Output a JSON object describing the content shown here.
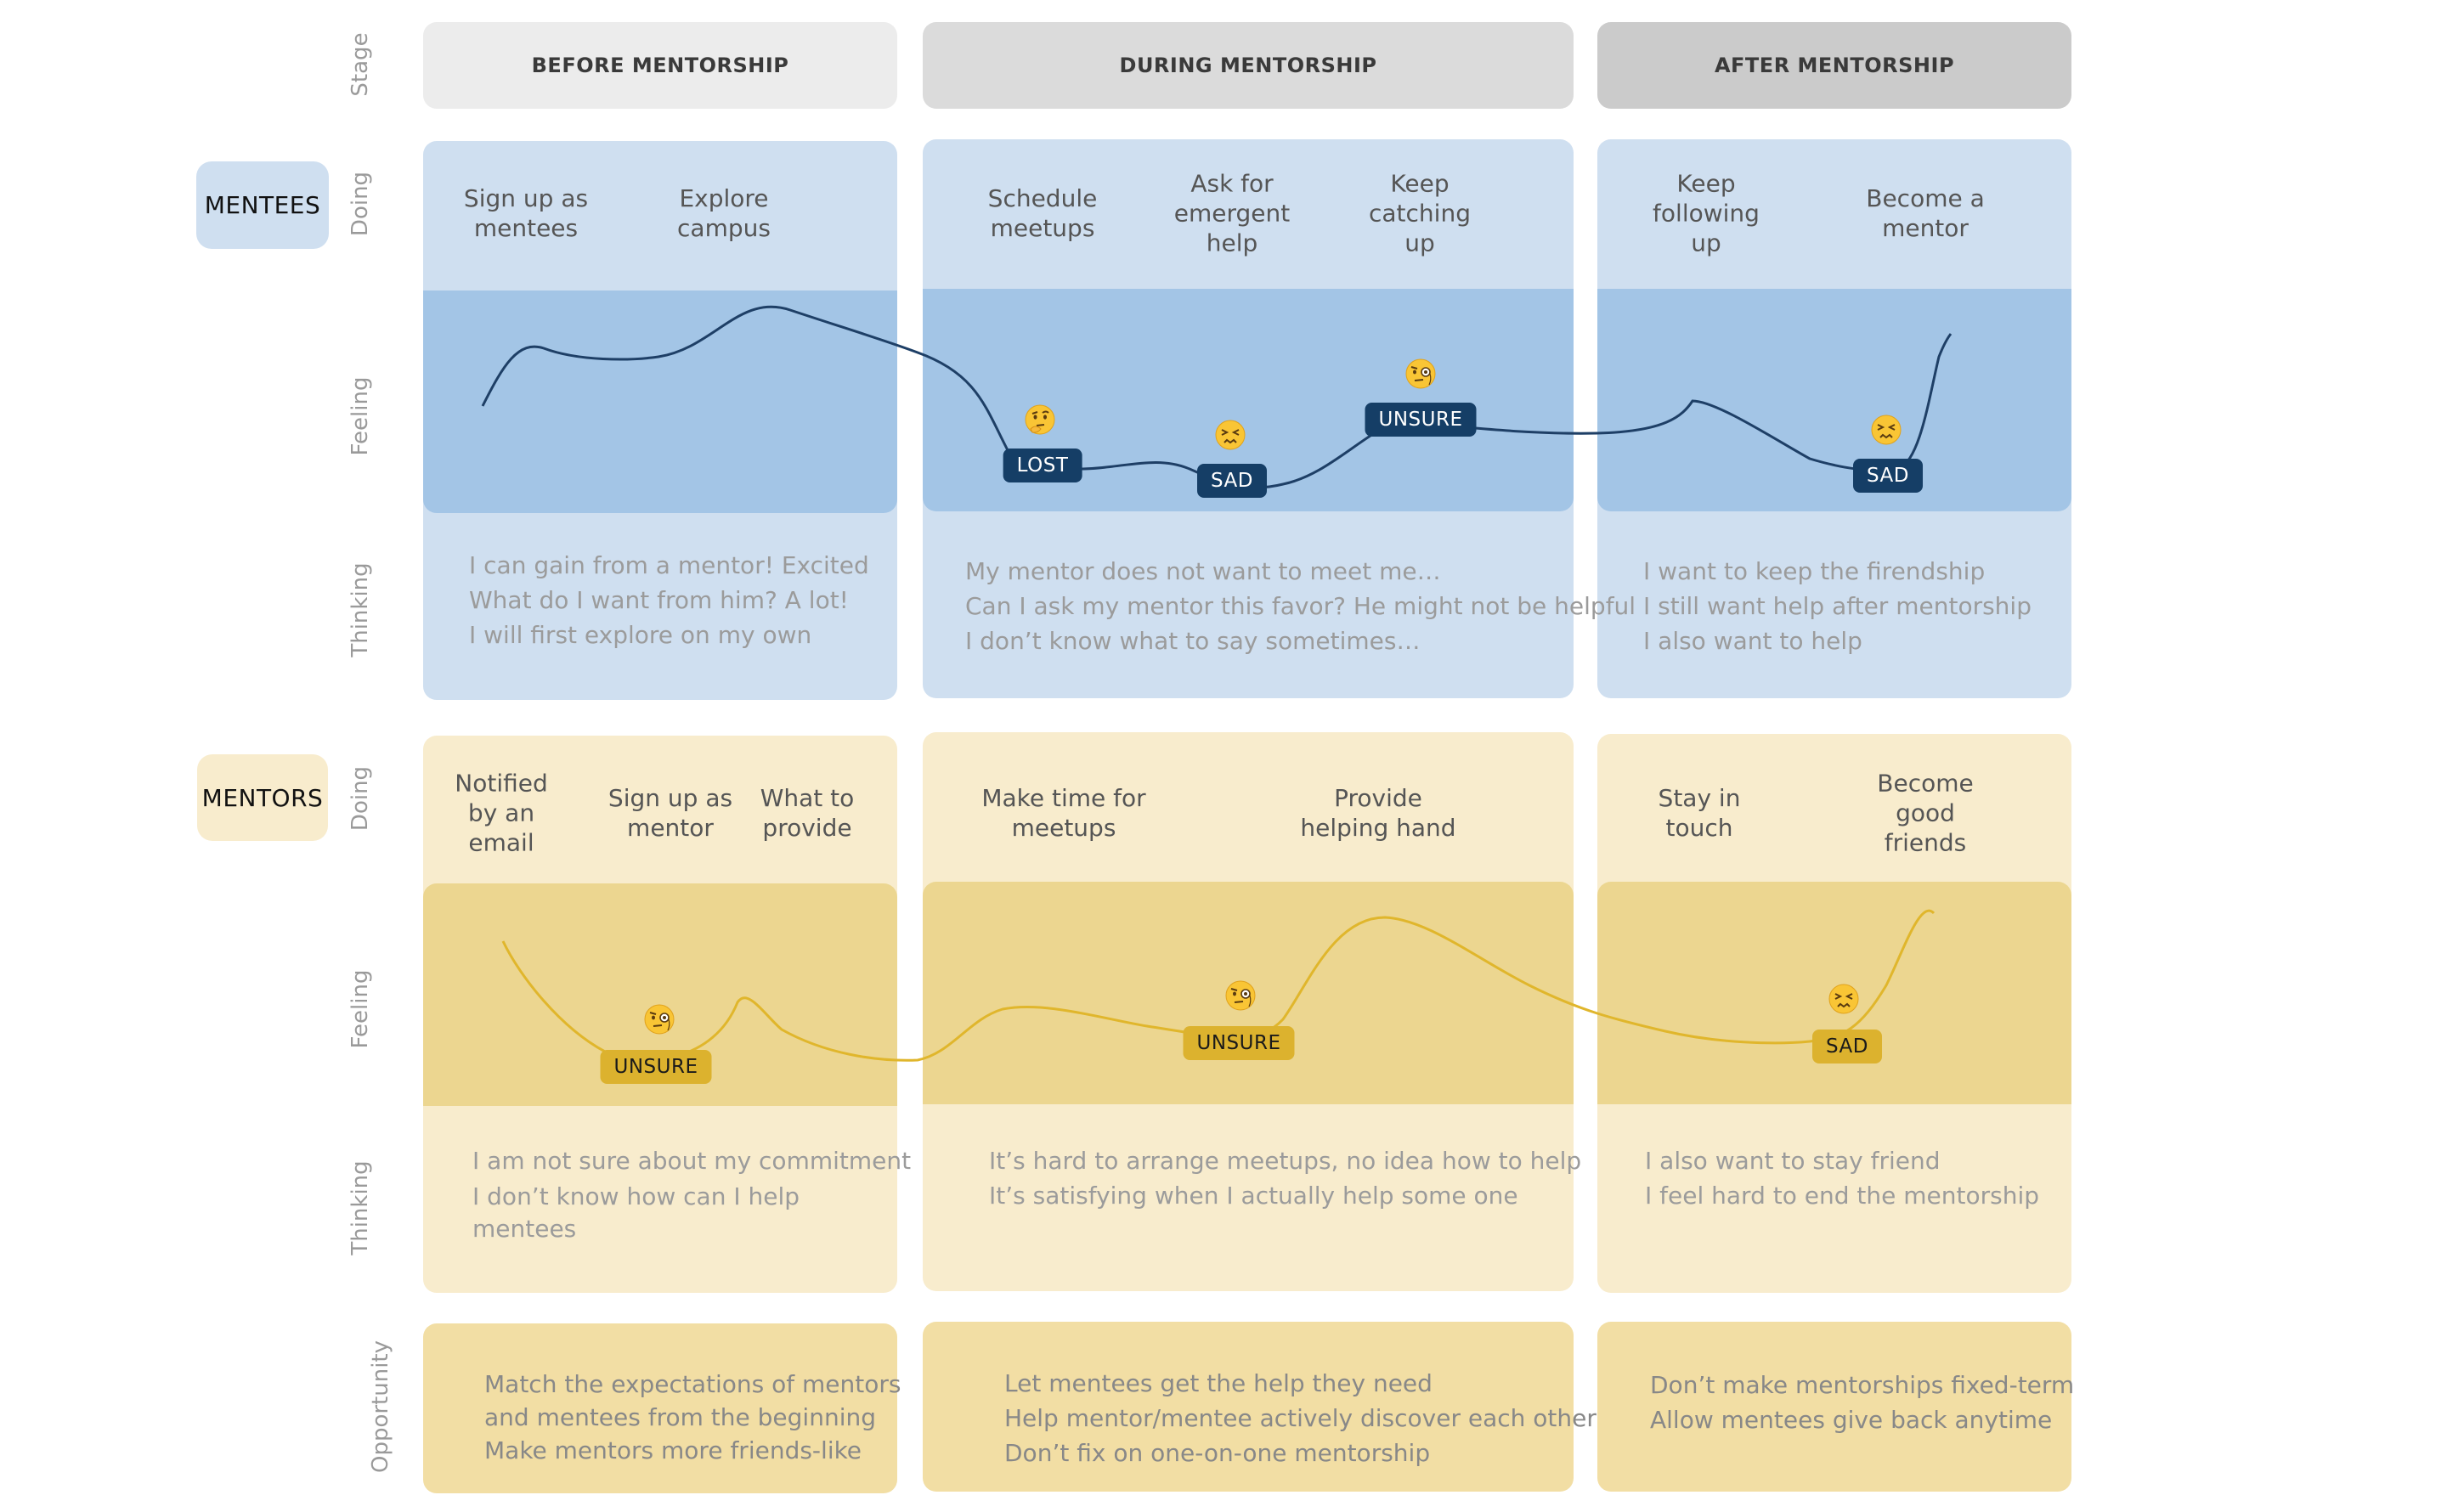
{
  "stages": {
    "before": "BEFORE MENTORSHIP",
    "during": "DURING MENTORSHIP",
    "after": "AFTER MENTORSHIP"
  },
  "colors": {
    "stage_before": "#ececec",
    "stage_during": "#dbdbdb",
    "stage_after": "#cbcbcb",
    "mentee_light": "#cfdff0",
    "mentee_dark": "#a3c5e6",
    "mentee_curve": "#1e3f66",
    "mentor_light": "#f8eccd",
    "mentor_dark": "#ecd690",
    "mentor_opportunity": "#f2dea4",
    "mentor_curve": "#e0b62c"
  },
  "row_labels": {
    "stage": "Stage",
    "doing": "Doing",
    "feeling": "Feeling",
    "thinking": "Thinking",
    "opportunity": "Opportunity"
  },
  "mentees": {
    "badge": "MENTEES",
    "doing": {
      "before": [
        "Sign up as\nmentees",
        "Explore\ncampus"
      ],
      "during": [
        "Schedule\nmeetups",
        "Ask for\nemergent\nhelp",
        "Keep\ncatching\nup"
      ],
      "after": [
        "Keep\nfollowing\nup",
        "Become a\nmentor"
      ]
    },
    "feelings": [
      {
        "label": "LOST",
        "emoji": "thinking-face-icon"
      },
      {
        "label": "SAD",
        "emoji": "persevering-face-icon"
      },
      {
        "label": "UNSURE",
        "emoji": "monocle-face-icon"
      },
      {
        "label": "SAD",
        "emoji": "persevering-face-icon"
      }
    ],
    "thinking": {
      "before": [
        "I can gain from a mentor! Excited",
        "What do I want from him? A lot!",
        "I will first explore on my own"
      ],
      "during": [
        "My mentor does not want to meet me…",
        "Can I ask my mentor this favor? He might not be helpful",
        "I don’t know what to say sometimes…"
      ],
      "after": [
        "I want to keep the firendship",
        "I still want help after mentorship",
        "I also want to help"
      ]
    }
  },
  "mentors": {
    "badge": "MENTORS",
    "doing": {
      "before": [
        "Notified\nby an\nemail",
        "Sign up as\nmentor",
        "What to\nprovide"
      ],
      "during": [
        "Make time for\nmeetups",
        "Provide\nhelping hand"
      ],
      "after": [
        "Stay in\ntouch",
        "Become\ngood\nfriends"
      ]
    },
    "feelings": [
      {
        "label": "UNSURE",
        "emoji": "monocle-face-icon"
      },
      {
        "label": "UNSURE",
        "emoji": "monocle-face-icon"
      },
      {
        "label": "SAD",
        "emoji": "persevering-face-icon"
      }
    ],
    "thinking": {
      "before": [
        "I am not sure about my commitment",
        "I don’t know how can I help",
        "mentees"
      ],
      "during": [
        "It’s hard to arrange meetups, no idea how to help",
        "It’s satisfying when I actually help some one"
      ],
      "after": [
        "I also want to stay friend",
        "I feel hard to end the mentorship"
      ]
    }
  },
  "opportunity": {
    "before": [
      "Match the expectations of mentors",
      "and mentees from the beginning",
      "Make mentors more friends-like"
    ],
    "during": [
      "Let mentees get the help they need",
      "Help mentor/mentee actively discover each other",
      "Don’t fix on one-on-one mentorship"
    ],
    "after": [
      "Don’t make mentorships fixed-term",
      "Allow mentees give back anytime"
    ]
  }
}
